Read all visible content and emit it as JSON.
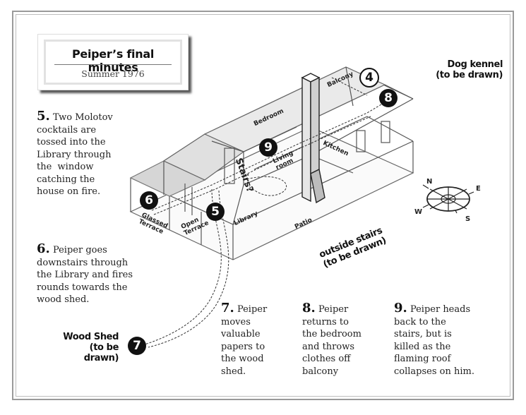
{
  "title": {
    "main": "Peiper’s final minutes",
    "sub": "Summer 1976"
  },
  "labels": {
    "dog_kennel": [
      "Dog kennel",
      "(to be drawn)"
    ],
    "outside_stairs": [
      "outside stairs",
      "(to be drawn)"
    ],
    "wood_shed": [
      "Wood Shed",
      "(to be drawn)"
    ]
  },
  "rooms": {
    "balcony": "Balcony",
    "bedroom": "Bedroom",
    "stairs": "Stairs?",
    "living_room": [
      "Living",
      "room"
    ],
    "kitchen": "Kitchen",
    "library": "Library",
    "glassed_terrace": [
      "Glassed",
      "Terrace"
    ],
    "open_terrace": [
      "Open",
      "Terrace"
    ],
    "patio": "Patio"
  },
  "markers": {
    "m4": "4",
    "m5": "5",
    "m6": "6",
    "m7": "7",
    "m8": "8",
    "m9": "9"
  },
  "compass": {
    "n": "N",
    "e": "E",
    "s": "S",
    "w": "W"
  },
  "notes": [
    {
      "num": "5.",
      "lines": [
        "Two Molotov",
        "cocktails are",
        "tossed into the",
        "Library through",
        "the  window",
        "catching the",
        "house on fire."
      ]
    },
    {
      "num": "6.",
      "lines": [
        "Peiper goes",
        "downstairs through",
        "the Library and fires",
        "rounds towards the",
        "wood shed."
      ]
    },
    {
      "num": "7.",
      "lines": [
        "Peiper",
        "moves",
        "valuable",
        "papers to",
        "the wood",
        "shed."
      ]
    },
    {
      "num": "8.",
      "lines": [
        "Peiper",
        "returns to",
        "the bedroom",
        "and throws",
        "clothes off",
        "balcony"
      ]
    },
    {
      "num": "9.",
      "lines": [
        "Peiper heads",
        "back to the",
        "stairs, but is",
        "killed as the",
        "flaming roof",
        "collapses on him."
      ]
    }
  ]
}
